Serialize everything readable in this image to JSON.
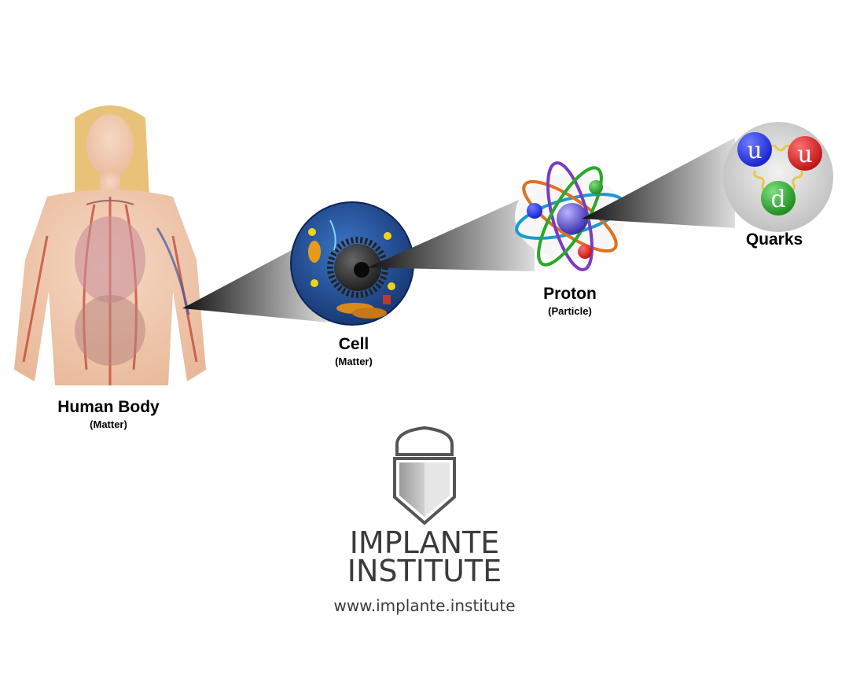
{
  "stages": [
    {
      "id": "body",
      "name": "Human Body",
      "sub": "(Matter)"
    },
    {
      "id": "cell",
      "name": "Cell",
      "sub": "(Matter)"
    },
    {
      "id": "proton",
      "name": "Proton",
      "sub": "(Particle)"
    },
    {
      "id": "quarks",
      "name": "Quarks",
      "sub": ""
    }
  ],
  "quark_letters": [
    "u",
    "u",
    "d"
  ],
  "logo": {
    "line1": "IMPLANTE",
    "line2": "INSTITUTE",
    "url": "www.implante.institute"
  },
  "colors": {
    "quark_u1": "#1a25d0",
    "quark_u2": "#d81e1e",
    "quark_d": "#2aa82a",
    "cell_blue": "#1f4fa0",
    "logo_gray": "#3a3a3a"
  }
}
